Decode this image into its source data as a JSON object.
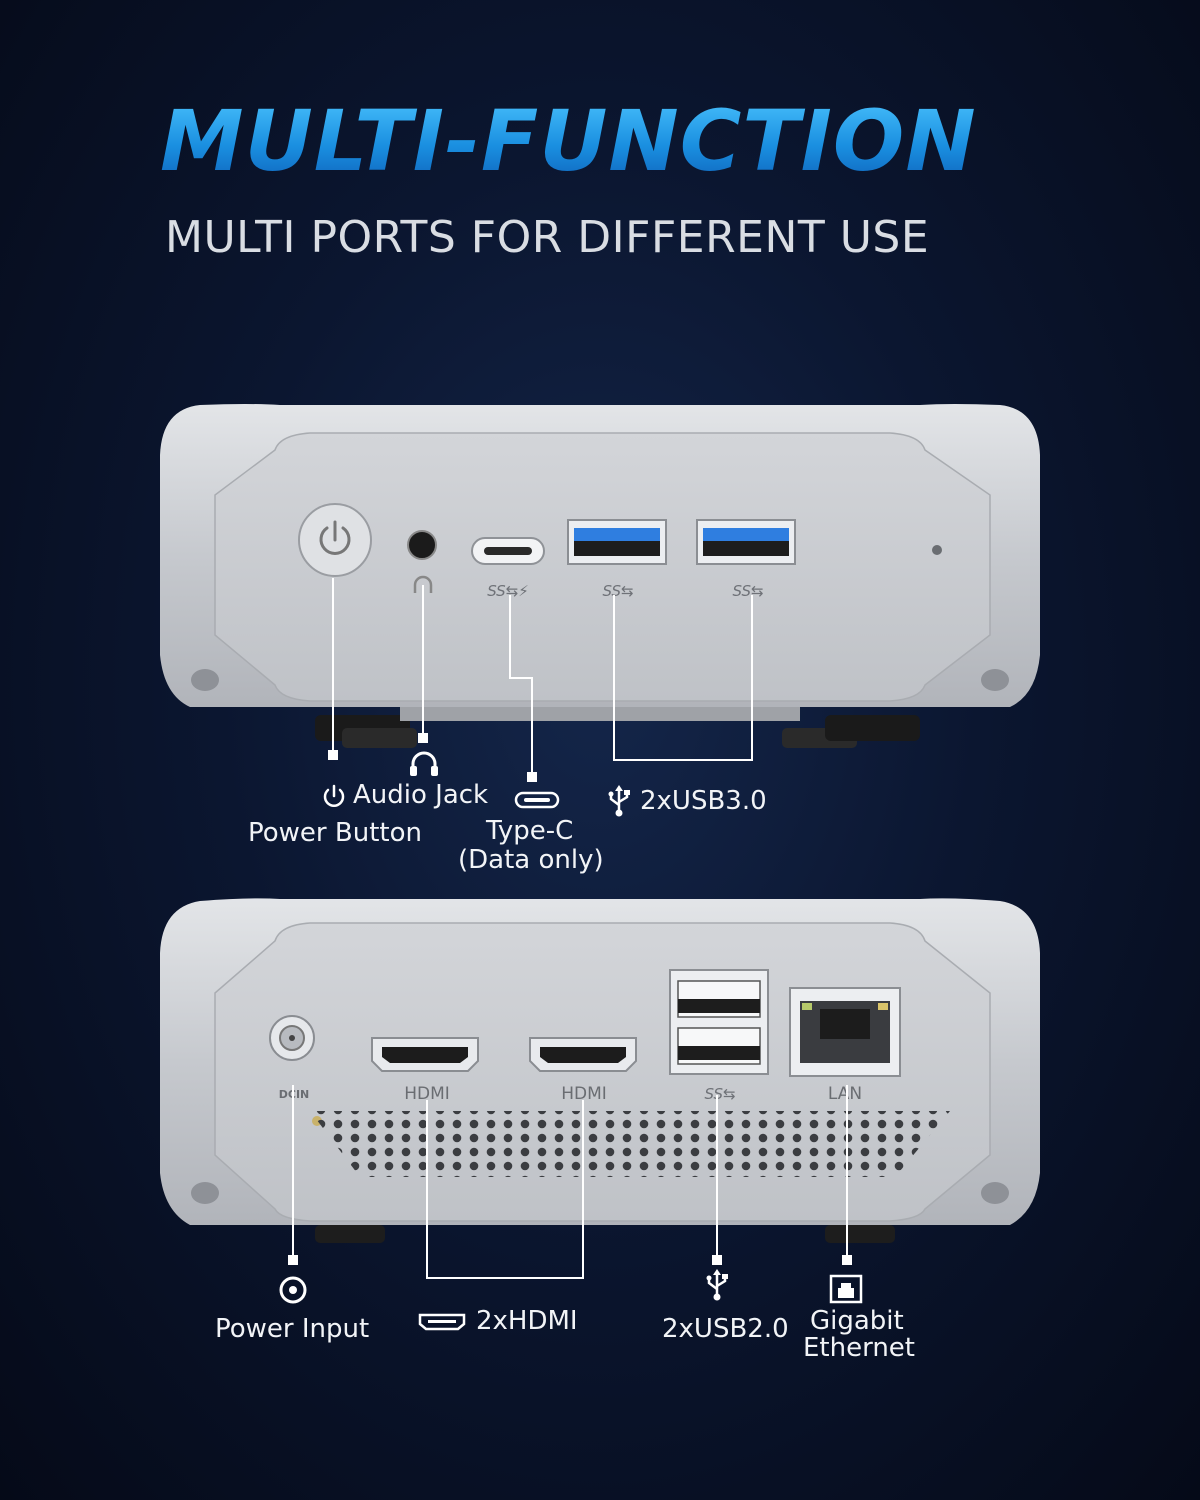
{
  "header": {
    "title": "MULTI-FUNCTION",
    "subtitle": "MULTI PORTS FOR DIFFERENT USE"
  },
  "front_panel": {
    "port_markings": {
      "typec": "SS⇆⚡",
      "usb3_left": "SS⇆",
      "usb3_right": "SS⇆"
    },
    "callouts": {
      "audio": "Audio Jack",
      "power": "Power Button",
      "typec_line1": "Type-C",
      "typec_line2": "(Data only)",
      "usb3": "2xUSB3.0"
    }
  },
  "rear_panel": {
    "port_markings": {
      "dcin": "DCIN",
      "hdmi_left": "HDMI",
      "hdmi_right": "HDMI",
      "usb2": "SS⇆",
      "lan": "LAN"
    },
    "callouts": {
      "power_input": "Power Input",
      "hdmi": "2xHDMI",
      "usb2": "2xUSB2.0",
      "ethernet_line1": "Gigabit",
      "ethernet_line2": "Ethernet"
    }
  },
  "colors": {
    "accent": "#1a8fe0",
    "device_body": "#c9ccd1",
    "usb3_blue": "#2f7ee0"
  }
}
